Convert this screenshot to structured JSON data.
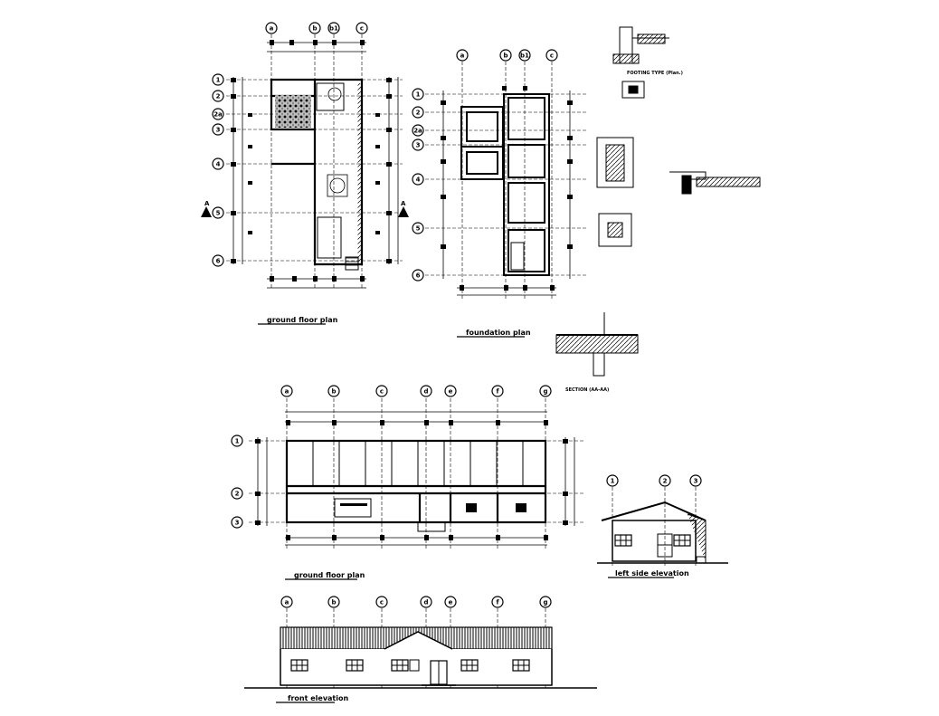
{
  "titles": {
    "ground_floor_plan_top": "ground floor plan",
    "foundation_plan": "foundation plan",
    "ground_floor_plan_bottom": "ground floor plan",
    "left_side_elevation": "left side elevation",
    "front_elevation": "front elevation",
    "footing_type": "FOOTING TYPE (Plan.)",
    "section_aa": "SECTION (AA-AA)"
  },
  "grids": {
    "top_plan_cols": [
      "a",
      "b",
      "b1",
      "c"
    ],
    "top_plan_rows": [
      "1",
      "2",
      "2a",
      "3",
      "4",
      "5",
      "6"
    ],
    "foundation_cols": [
      "a",
      "b",
      "b1",
      "c"
    ],
    "foundation_rows": [
      "1",
      "2",
      "2a",
      "3",
      "4",
      "5",
      "6"
    ],
    "bottom_plan_cols": [
      "a",
      "b",
      "c",
      "d",
      "e",
      "f",
      "g"
    ],
    "bottom_plan_rows": [
      "1",
      "2",
      "3"
    ],
    "left_elev_grids": [
      "1",
      "2",
      "3"
    ],
    "front_elev_grids": [
      "a",
      "b",
      "c",
      "d",
      "e",
      "f",
      "g"
    ]
  },
  "section_markers": {
    "left": "A",
    "right": "A"
  },
  "colors": {
    "line": "#000000",
    "background": "#ffffff"
  }
}
